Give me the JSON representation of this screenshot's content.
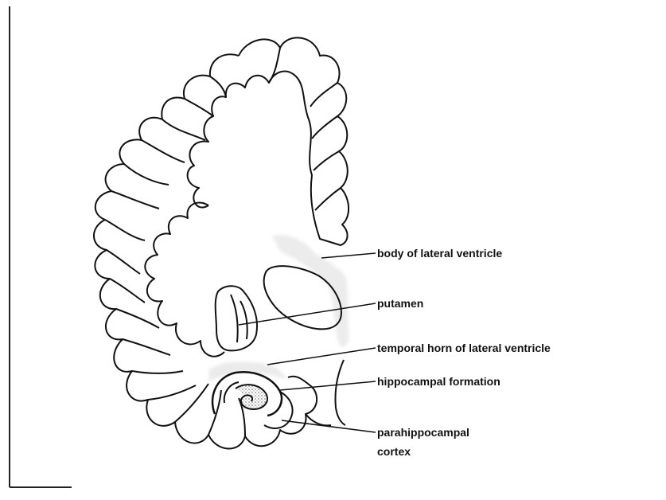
{
  "labels": {
    "body_of_lateral_ventricle": "body of lateral ventricle",
    "putamen": "putamen",
    "temporal_horn": "temporal horn of lateral ventricle",
    "hippocampal_formation": "hippocampal formation",
    "parahippocampal_line1": "parahippocampal",
    "parahippocampal_line2": "cortex"
  },
  "colors": {
    "ink": "#111111",
    "shading": "#9a9a9a",
    "background": "#ffffff"
  }
}
